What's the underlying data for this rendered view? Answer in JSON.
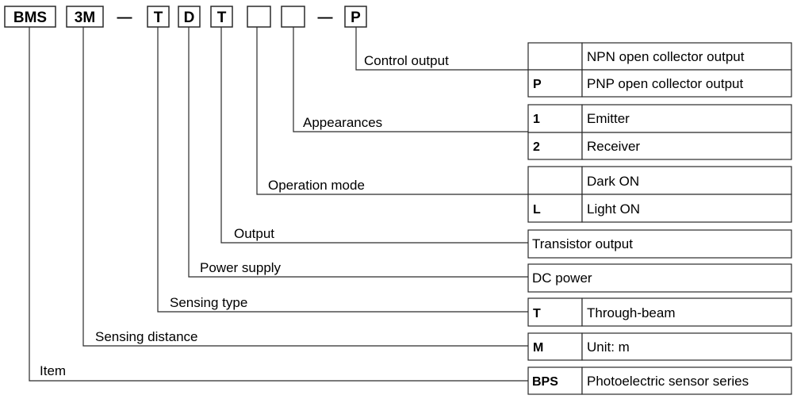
{
  "code": {
    "segments": [
      "BMS",
      "3M",
      "T",
      "D",
      "T",
      "",
      "",
      "P"
    ],
    "separator": "—"
  },
  "fields": [
    {
      "label": "Control output",
      "rows": [
        {
          "code": "",
          "desc": "NPN open collector output"
        },
        {
          "code": "P",
          "desc": "PNP open collector output"
        }
      ]
    },
    {
      "label": "Appearances",
      "rows": [
        {
          "code": "1",
          "desc": "Emitter"
        },
        {
          "code": "2",
          "desc": "Receiver"
        }
      ]
    },
    {
      "label": "Operation mode",
      "rows": [
        {
          "code": "",
          "desc": "Dark ON"
        },
        {
          "code": "L",
          "desc": "Light ON"
        }
      ]
    },
    {
      "label": "Output",
      "rows": [
        {
          "code": null,
          "desc": "Transistor output"
        }
      ]
    },
    {
      "label": "Power supply",
      "rows": [
        {
          "code": null,
          "desc": "DC power"
        }
      ]
    },
    {
      "label": "Sensing type",
      "rows": [
        {
          "code": "T",
          "desc": "Through-beam"
        }
      ]
    },
    {
      "label": "Sensing distance",
      "rows": [
        {
          "code": "M",
          "desc": "Unit: m"
        }
      ]
    },
    {
      "label": "Item",
      "rows": [
        {
          "code": "BPS",
          "desc": "Photoelectric sensor series"
        }
      ]
    }
  ]
}
